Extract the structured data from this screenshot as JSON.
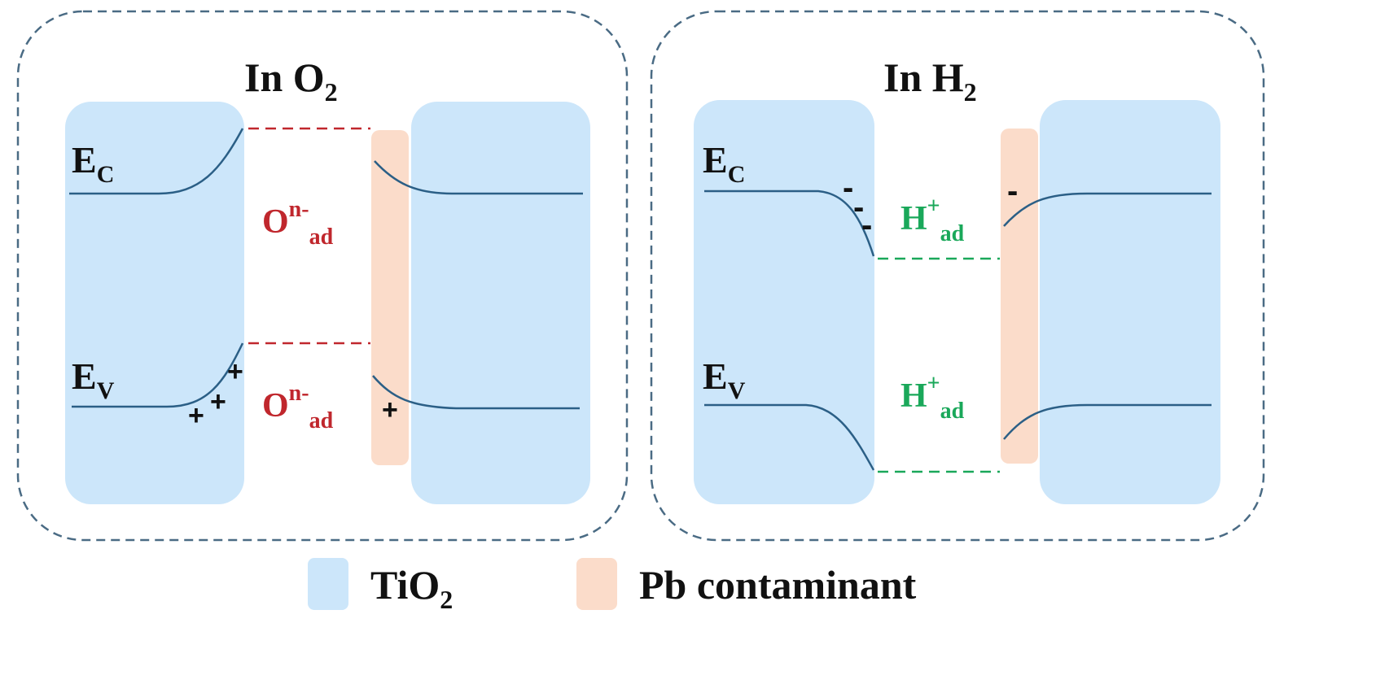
{
  "panels": [
    {
      "title_main": "In O",
      "title_sub": "2",
      "ec_main": "E",
      "ec_sub": "C",
      "ev_main": "E",
      "ev_sub": "V",
      "species_top_main": "O",
      "species_top_sup": "n-",
      "species_top_sub": "ad",
      "species_bot_main": "O",
      "species_bot_sup": "n-",
      "species_bot_sub": "ad",
      "charge_symbol": "+"
    },
    {
      "title_main": "In H",
      "title_sub": "2",
      "ec_main": "E",
      "ec_sub": "C",
      "ev_main": "E",
      "ev_sub": "V",
      "species_top_main": "H",
      "species_top_sup": "+",
      "species_top_sub": "ad",
      "species_bot_main": "H",
      "species_bot_sup": "+",
      "species_bot_sub": "ad",
      "charge_symbol": "-"
    }
  ],
  "legend": {
    "tio2_main": "TiO",
    "tio2_sub": "2",
    "pb_label": "Pb contaminant"
  },
  "colors": {
    "tio2_fill": "#cce6fa",
    "pb_fill": "#fbdcca",
    "band_line": "#2b5f86",
    "frame_dash": "#4a6b84",
    "o_species": "#c0272d",
    "h_species": "#1aa85a"
  }
}
